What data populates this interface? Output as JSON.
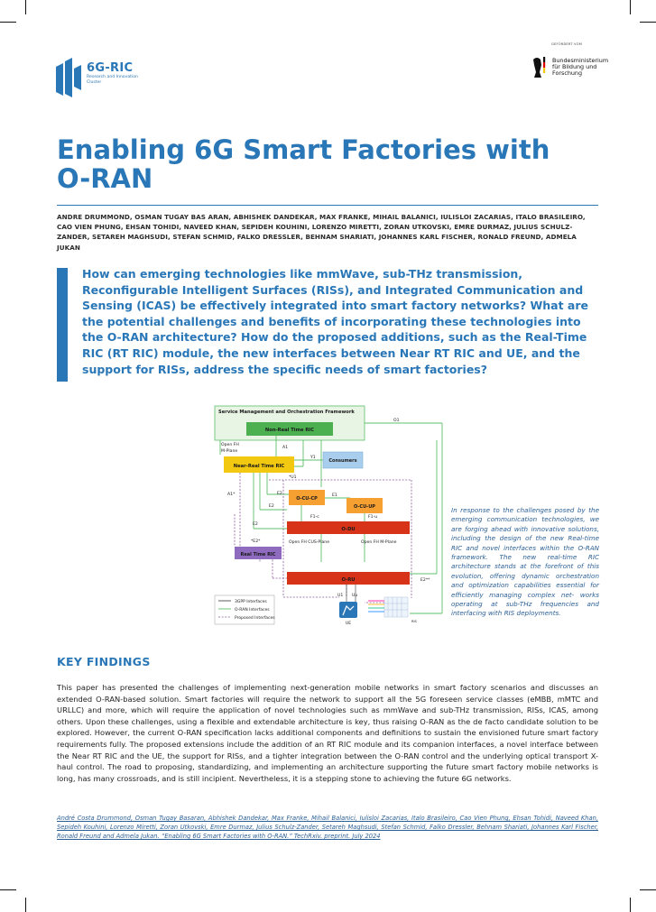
{
  "logo": {
    "title": "6G-RIC",
    "subtitle": "Research and Innovation Cluster"
  },
  "sponsor": {
    "funded_by": "GEFÖRDERT VOM",
    "ministry": "Bundesministerium für Bildung und Forschung"
  },
  "title": "Enabling 6G Smart Factories with O-RAN",
  "authors": "ANDRE DRUMMOND, OSMAN TUGAY BAS ARAN, ABHISHEK DANDEKAR, MAX FRANKE, MIHAIL BALANICI, IULISLOI ZACARIAS, ITALO BRASILEIRO, CAO VIEN PHUNG, EHSAN TOHIDI, NAVEED KHAN, SEPIDEH KOUHINI, LORENZO MIRETTI, ZORAN UTKOVSKI, EMRE DURMAZ, JULIUS SCHULZ-ZANDER, SETAREH MAGHSUDI, STEFAN SCHMID, FALKO DRESSLER, BEHNAM SHARIATI, JOHANNES KARL FISCHER, RONALD FREUND, ADMELA JUKAN",
  "question": "How can emerging technologies like mmWave, sub-THz transmission, Reconfigurable Intelligent Surfaces (RISs), and Integrated Communication and Sensing (ICAS) be effectively integrated into smart factory networks? What are the potential challenges and benefits of incorporating these technologies into the O-RAN architecture? How do the proposed additions, such as the Real-Time RIC (RT RIC) module, the new interfaces between Near RT RIC and UE, and the support for RISs, address the specific needs of smart factories?",
  "diagram": {
    "smo": "Service Management and Orchestration Framework",
    "non_rt_ric": "Non-Real Time RIC",
    "near_rt_ric": "Near-Real Time RIC",
    "consumers": "Consumers",
    "o_cu_cp": "O-CU-CP",
    "o_cu_up": "O-CU-UP",
    "o_du": "O-DU",
    "real_time_ric": "Real Time RIC",
    "o_ru": "O-RU",
    "ue": "UE",
    "ris": "RIS",
    "labels": {
      "o1": "O1",
      "open_fh_mplane": "Open FH",
      "mplane": "M-Plane",
      "a1": "A1",
      "y1": "Y1",
      "a1star": "A1*",
      "u1": "*U1",
      "e2_a": "E2",
      "e1": "E1",
      "e2_b": "E2",
      "e2_c": "E2",
      "f1c": "F1-c",
      "f1u": "F1-u",
      "e2star": "*E2*",
      "cus_plane": "Open FH CUS-Plane",
      "open_fh_m": "Open FH M-Plane",
      "e2starstar": "E2**",
      "u1b": "U1",
      "uu": "Uu"
    },
    "legend": [
      "3GPP Interfaces",
      "O-RAN Interfaces",
      "Proposed Interfaces"
    ],
    "colors": {
      "green_box": "#4caf50",
      "yellow_box": "#f2c811",
      "orange_box": "#f7a032",
      "red_box": "#d63318",
      "purple_box": "#8e6bbf",
      "blue_box": "#a9cdec",
      "oran_line": "#5cc06b",
      "proposed_line": "#8a5a9a"
    }
  },
  "caption": "In response to the challenges posed by the emerging communication technologies, we are forging ahead with innovative solutions, including the design of the new Real-time RIC and novel interfaces within the O-RAN framework. The new real-time RIC architecture stands at the forefront of this evolution, offering dynamic orchestration and optimization capabilities essential for efficiently managing complex net- works operating at sub-THz frequencies and interfacing with RIS deployments.",
  "key_findings": {
    "title": "KEY FINDINGS",
    "body": "This paper has presented the challenges of implementing next-generation mobile networks in smart factory scenarios and discusses an extended O-RAN-based solution. Smart factories will require the network to support all the 5G foreseen service classes (eMBB, mMTC and URLLC) and more, which will require the application of novel technologies such as mmWave and sub-THz transmission, RISs, ICAS, among others. Upon these challenges, using a flexible and extendable architecture is key, thus raising O-RAN as the de facto candidate solution to be explored. However, the current O-RAN specification lacks additional components and definitions to sustain the envisioned future smart factory requirements fully. The proposed extensions include the addition of an RT RIC module and its companion interfaces, a novel interface between the Near RT RIC and the UE, the support for RISs, and a tighter integration between the O-RAN control and the underlying optical transport X-haul control. The road to proposing, standardizing, and implementing an architecture supporting the future smart factory mobile networks is long, has many crossroads, and is still incipient. Nevertheless, it is a stepping stone to achieving the future 6G networks."
  },
  "reference": "André Costa Drummond, Osman Tugay Basaran, Abhishek Dandekar, Max Franke, Mihail Balanici, Iulisloi Zacarias, Italo Brasileiro, Cao Vien Phung, Ehsan Tohidi, Naveed Khan, Sepideh Kouhini, Lorenzo Miretti, Zoran Utkovski, Emre Durmaz, Julius Schulz-Zander, Setareh Maghsudi, Stefan Schmid, Falko Dressler, Behnam Shariati, Johannes Karl Fischer, Ronald Freund and Admela Jukan. “Enabling 6G Smart Factories with O-RAN.” TechRxiv. preprint. July 2024"
}
